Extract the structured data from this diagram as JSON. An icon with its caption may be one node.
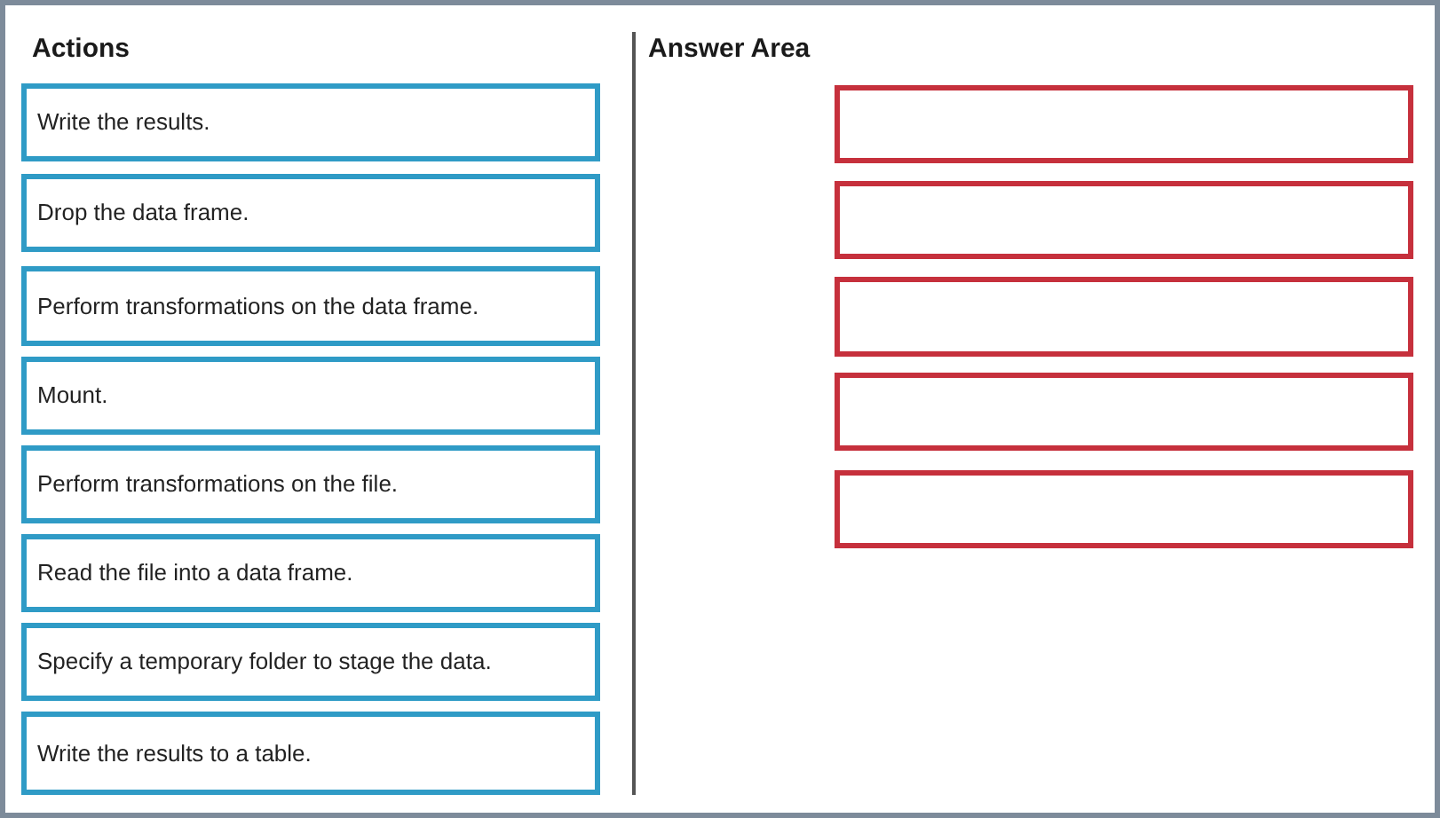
{
  "diagram": {
    "nodes": [
      {
        "text": [
          "Write the results."
        ]
      },
      {
        "text": [
          "Drop the data frame."
        ]
      },
      {
        "text": [
          "Perform transformations on the data frame."
        ]
      },
      {
        "text": [
          "Mount."
        ]
      },
      {
        "text": [
          "Perform transformations on the file."
        ]
      },
      {
        "text": [
          "Read the file into a data frame."
        ]
      },
      {
        "text": [
          "Specify a temporary folder to stage the data."
        ]
      },
      {
        "text": [
          "Write the results to a table."
        ]
      },
      {
        "text": [],
        "shape": "box"
      },
      {
        "text": [],
        "shape": "box"
      },
      {
        "text": [],
        "shape": "box"
      },
      {
        "text": [],
        "shape": "box"
      },
      {
        "text": [],
        "shape": "box"
      }
    ],
    "edges": [],
    "labels": [
      "Actions",
      "Answer Area"
    ]
  }
}
